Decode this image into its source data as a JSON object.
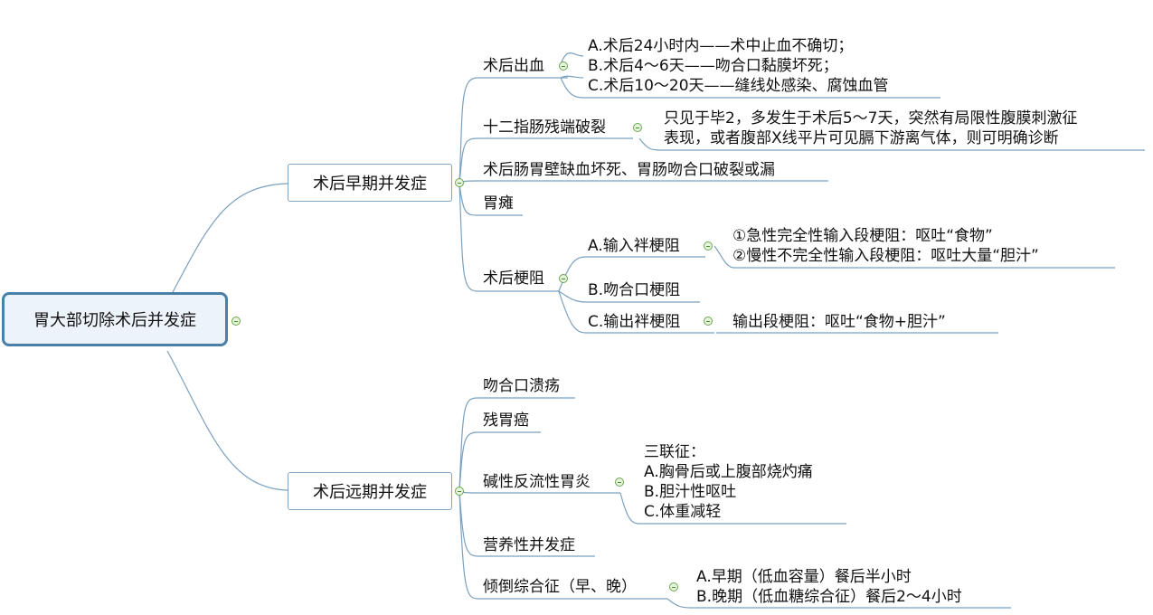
{
  "root": "胃大部切除术后并发症",
  "early": {
    "title": "术后早期并发症",
    "bleeding": {
      "label": "术后出血",
      "items": [
        "A.术后24小时内——术中止血不确切；",
        "B.术后4～6天——吻合口黏膜坏死；",
        "C.术后10～20天——缝线处感染、腐蚀血管"
      ]
    },
    "duodenal": {
      "label": "十二指肠残端破裂",
      "items": [
        "只见于毕2，多发生于术后5～7天，突然有局限性腹膜刺激征",
        "表现，或者腹部X线平片可见膈下游离气体，则可明确诊断"
      ]
    },
    "ischemia": "术后肠胃壁缺血坏死、胃肠吻合口破裂或漏",
    "paralysis": "胃瘫",
    "obstruction": {
      "label": "术后梗阻",
      "afferent": {
        "label": "A.输入袢梗阻",
        "items": [
          "①急性完全性输入段梗阻：呕吐“食物”",
          "②慢性不完全性输入段梗阻：呕吐大量“胆汁”"
        ]
      },
      "anastomotic": "B.吻合口梗阻",
      "efferent": {
        "label": "C.输出袢梗阻",
        "detail": "输出段梗阻：呕吐“食物+胆汁”"
      }
    }
  },
  "late": {
    "title": "术后远期并发症",
    "ulcer": "吻合口溃疡",
    "stump_cancer": "残胃癌",
    "reflux": {
      "label": "碱性反流性胃炎",
      "items": [
        "三联征：",
        "A.胸骨后或上腹部烧灼痛",
        "B.胆汁性呕吐",
        "C.体重减轻"
      ]
    },
    "nutrition": "营养性并发症",
    "dumping": {
      "label": "倾倒综合征（早、晚）",
      "items": [
        "A.早期（低血容量）餐后半小时",
        "B.晚期（低血糖综合征）餐后2～4小时"
      ]
    }
  }
}
